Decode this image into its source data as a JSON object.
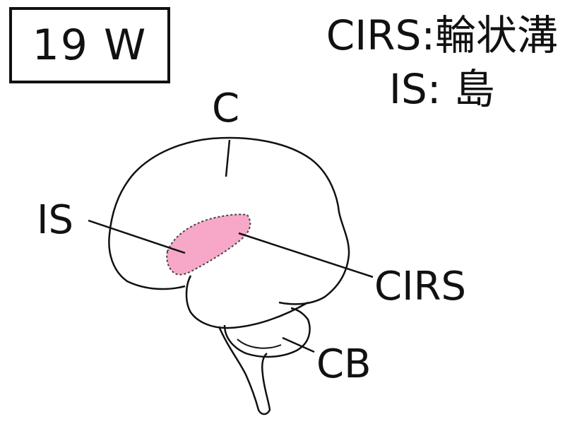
{
  "age_label": "19 W",
  "legend": [
    {
      "abbr": "CIRS",
      "sep": ":",
      "term": "輪状溝"
    },
    {
      "abbr": "IS",
      "sep": ": ",
      "term": "島"
    }
  ],
  "labels": {
    "c": "C",
    "is": "IS",
    "cirs": "CIRS",
    "cb": "CB"
  },
  "colors": {
    "insula_fill": "#f7a8c8",
    "outline": "#111111"
  }
}
